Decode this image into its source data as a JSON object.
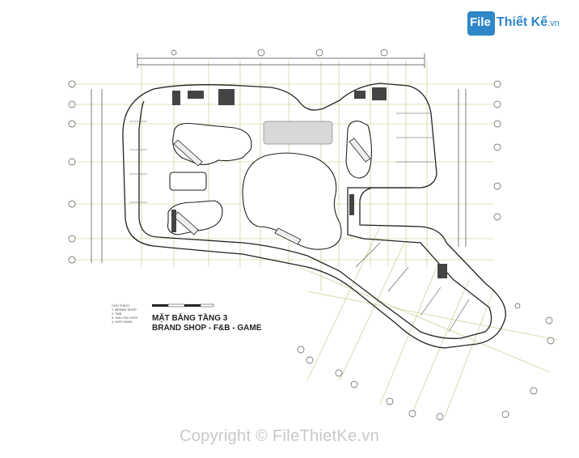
{
  "logo": {
    "mark": "File",
    "name": "Thiết Kế",
    "domain": ".vn"
  },
  "plan_title": "MẶT BẰNG TẦNG 3",
  "plan_subtitle": "BRAND SHOP - F&B - GAME",
  "legend": {
    "heading": "CHÚ THÍCH",
    "items": [
      "1. BRAND SHOP",
      "2. F&B",
      "3. KHU VUI CHƠI",
      "4. KHO HÀNG"
    ]
  },
  "watermark": "Copyright © FileThietKe.vn",
  "colors": {
    "line": "#333333",
    "grid": "#9fb94a",
    "logo": "#2f86c9"
  }
}
